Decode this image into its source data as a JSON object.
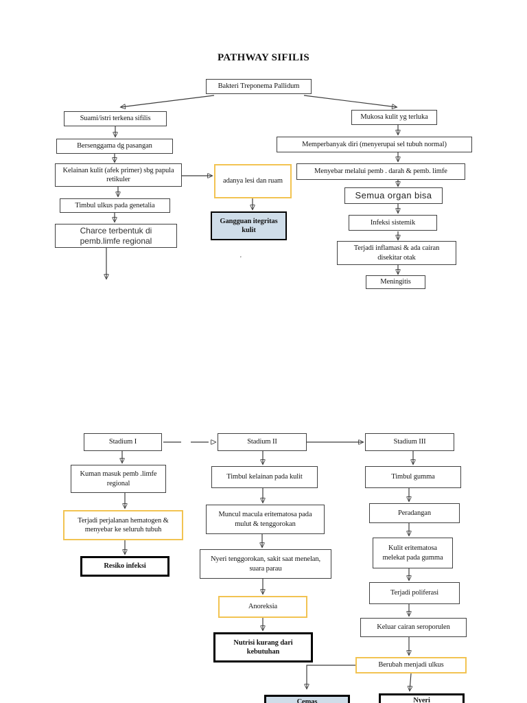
{
  "title": "PATHWAY SIFILIS",
  "stray_mark": "'",
  "colors": {
    "highlight_border": "#f2c351",
    "diagnosis_fill": "#cfdde9",
    "line": "#3b3b3b",
    "box_border": "#3f3f3f"
  },
  "nodes": {
    "root": "Bakteri Treponema Pallidum",
    "suami_istri": "Suami/istri terkena sifilis",
    "bersenggama": "Bersenggama dg pasangan",
    "kelainan_kulit": "Kelainan kulit (afek primer) sbg papula\nretikuler",
    "timbul_ulkus": "Timbul ulkus pada genetalia",
    "charce": "Charce terbentuk di\npemb.limfe regional",
    "adanya_lesi": "adanya lesi dan ruam",
    "gangguan_itegritas": "Gangguan itegritas\nkulit",
    "mukosa": "Mukosa kulit yg terluka",
    "memperbanyak": "Memperbanyak diri (menyerupai sel tubuh normal)",
    "menyebar": "Menyebar melalui pemb . darah & pemb. limfe",
    "semua_organ": "Semua organ bisa",
    "infeksi_sistemik": "Infeksi sistemik",
    "terjadi_inflamasi": "Terjadi inflamasi & ada cairan\ndisekitar otak",
    "meningitis": "Meningitis",
    "stadium1": "Stadium I",
    "stadium2": "Stadium II",
    "stadium3": "Stadium III",
    "kuman": "Kuman masuk pemb .limfe\nregional",
    "hematogen": "Terjadi perjalanan hematogen &\nmenyebar ke seluruh tubuh",
    "resiko": "Resiko infeksi",
    "timbul_kelainan": "Timbul kelainan pada kulit",
    "muncul_macula": "Muncul macula eritematosa pada\nmulut & tenggorokan",
    "nyeri_tenggorokan": "Nyeri tenggorokan, sakit saat menelan,\nsuara parau",
    "anoreksia": "Anoreksia",
    "nutrisi": "Nutrisi kurang dari\nkebutuhan",
    "cemas": "Cemas",
    "timbul_gumma": "Timbul gumma",
    "peradangan": "Peradangan",
    "kulit_eritematosa": "Kulit eritematosa\nmelekat pada gumma",
    "poliferasi": "Terjadi poliferasi",
    "keluar_cairan": "Keluar cairan seroporulen",
    "berubah_ulkus": "Berubah menjadi ulkus",
    "nyeri": "Nyeri"
  }
}
